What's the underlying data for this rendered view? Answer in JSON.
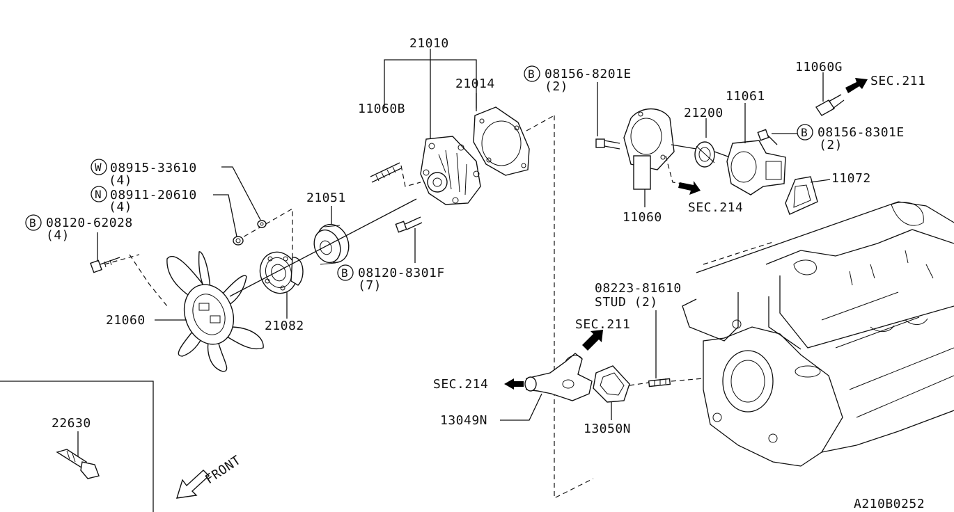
{
  "labels": {
    "p21010": "21010",
    "p21014": "21014",
    "p11060B": "11060B",
    "w_num": "08915-33610",
    "w_qty": "(4)",
    "n_num": "08911-20610",
    "n_qty": "(4)",
    "b1_num": "08120-62028",
    "b1_qty": "(4)",
    "p21051": "21051",
    "b2_num": "08120-8301F",
    "b2_qty": "(7)",
    "p21060": "21060",
    "p21082": "21082",
    "b3_num": "08156-8201E",
    "b3_qty": "(2)",
    "p21200": "21200",
    "p11061": "11061",
    "p11060G": "11060G",
    "sec211_top": "SEC.211",
    "b4_num": "08156-8301E",
    "b4_qty": "(2)",
    "p11072": "11072",
    "p11060": "11060",
    "sec214_top": "SEC.214",
    "stud_num": "08223-81610",
    "stud_name": "STUD (2)",
    "sec211_mid": "SEC.211",
    "sec214_mid": "SEC.214",
    "p13049N": "13049N",
    "p13050N": "13050N",
    "p22630": "22630",
    "front": "FRONT",
    "diagram_id": "A210B0252"
  },
  "markers": {
    "W": "W",
    "N": "N",
    "B": "B"
  },
  "colors": {
    "ink": "#111111",
    "background": "#ffffff"
  }
}
